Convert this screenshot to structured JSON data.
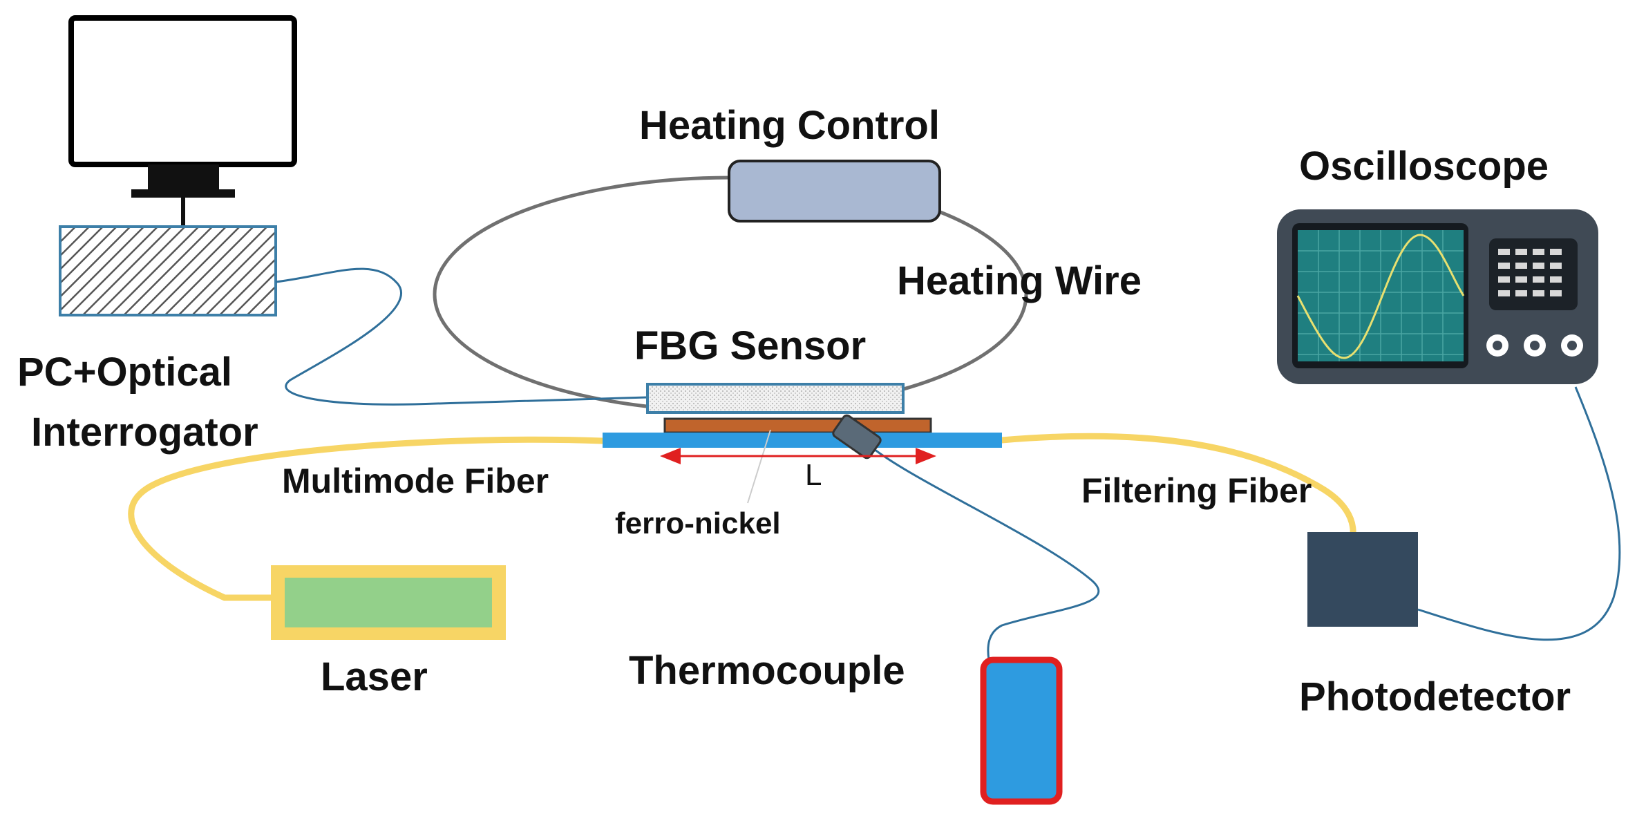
{
  "labels": {
    "heating_control": "Heating Control",
    "oscilloscope": "Oscilloscope",
    "heating_wire": "Heating Wire",
    "fbg_sensor": "FBG Sensor",
    "pc_line1": "PC+Optical",
    "pc_line2": "Interrogator",
    "multimode_fiber": "Multimode Fiber",
    "length_symbol": "L",
    "ferro_nickel": "ferro-nickel",
    "filtering_fiber": "Filtering Fiber",
    "laser": "Laser",
    "thermocouple": "Thermocouple",
    "photodetector": "Photodetector"
  },
  "colors": {
    "optical_fiber": "#f7d565",
    "signal_cable": "#2f6f9a",
    "heating_wire": "#707070",
    "heating_control": "#a9b8d2",
    "multimode_fiber_bar": "#2e9be0",
    "ferro_nickel_strip": "#c0642c",
    "laser_body": "#93d08a",
    "laser_frame": "#f7d565",
    "thermocouple_body": "#2e9be0",
    "thermocouple_frame": "#e02020",
    "photodetector": "#34495e",
    "oscilloscope_body": "#404a55",
    "oscilloscope_screen": "#1f7f80",
    "oscilloscope_wave": "#e8e070",
    "length_arrow": "#e02020"
  },
  "icons": [
    "monitor-icon",
    "interrogator-box",
    "oscilloscope-icon",
    "laser-box",
    "photodetector-box",
    "thermocouple-probe"
  ]
}
